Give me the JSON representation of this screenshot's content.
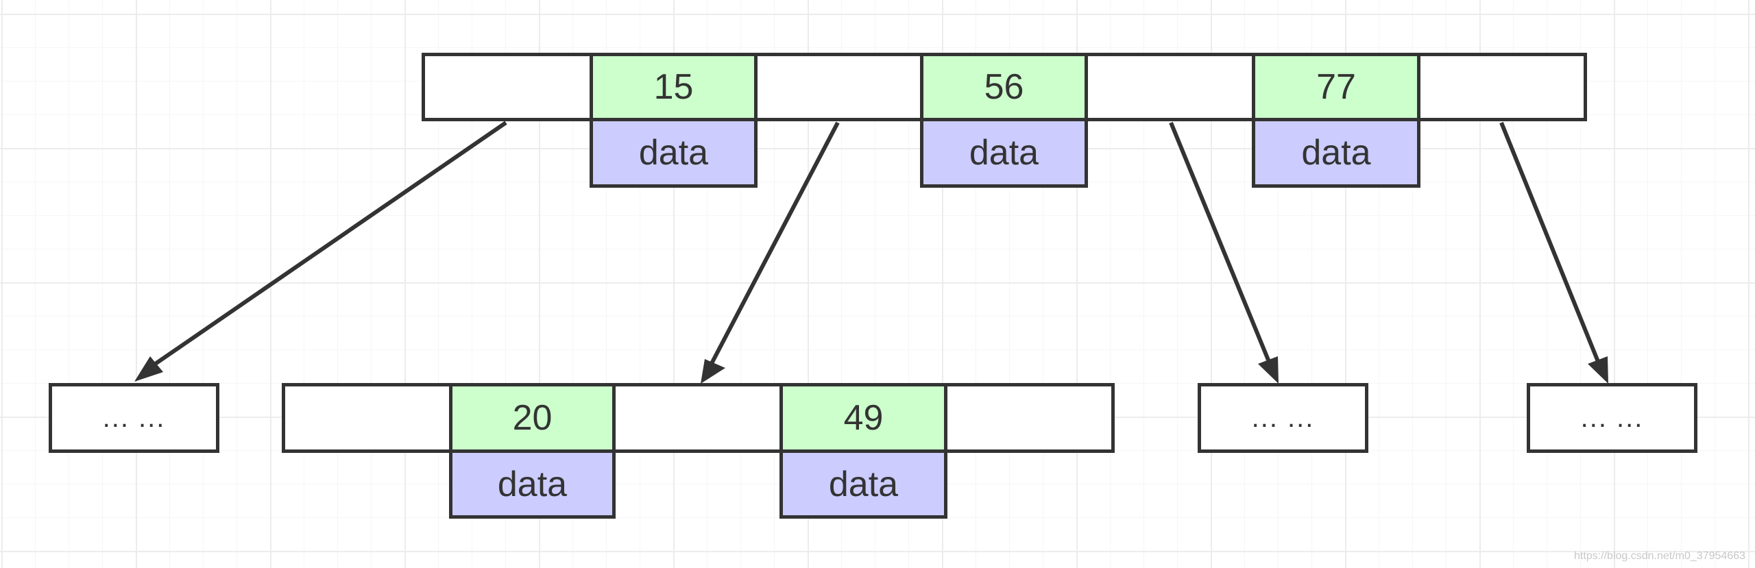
{
  "root": {
    "keys": [
      {
        "key": "15",
        "data": "data"
      },
      {
        "key": "56",
        "data": "data"
      },
      {
        "key": "77",
        "data": "data"
      }
    ]
  },
  "child": {
    "keys": [
      {
        "key": "20",
        "data": "data"
      },
      {
        "key": "49",
        "data": "data"
      }
    ]
  },
  "placeholders": [
    "... ...",
    "... ...",
    "... ..."
  ],
  "colors": {
    "key_fill": "#ccffcc",
    "data_fill": "#ccccff",
    "stroke": "#333333"
  },
  "watermark": "https://blog.csdn.net/m0_37954663"
}
